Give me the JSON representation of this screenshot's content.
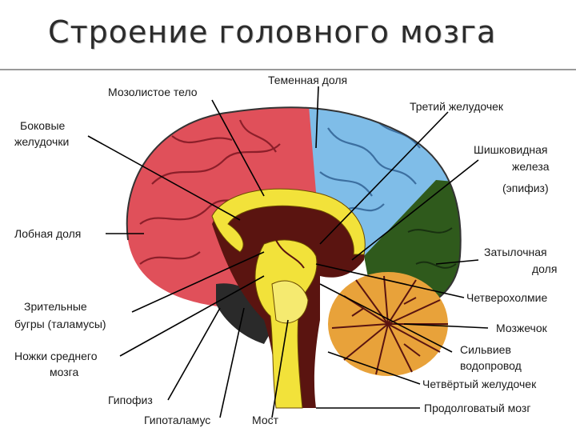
{
  "title": "Строение головного мозга",
  "labels": {
    "corpus_callosum": "Мозолистое тело",
    "parietal_lobe": "Теменная доля",
    "third_ventricle": "Третий желудочек",
    "lateral_ventricles_1": "Боковые",
    "lateral_ventricles_2": "желудочки",
    "pineal_1": "Шишковидная",
    "pineal_2": "железа",
    "pineal_3": "(эпифиз)",
    "frontal_lobe": "Лобная доля",
    "occipital_1": "Затылочная",
    "occipital_2": "доля",
    "quadrigemina": "Четверохолмие",
    "thalamus_1": "Зрительные",
    "thalamus_2": "бугры (таламусы)",
    "cerebellum": "Мозжечок",
    "midbrain_1": "Ножки среднего",
    "midbrain_2": "мозга",
    "aqueduct_1": "Сильвиев",
    "aqueduct_2": "водопровод",
    "fourth_ventricle": "Четвёртый желудочек",
    "pituitary": "Гипофиз",
    "hypothalamus": "Гипоталамус",
    "pons": "Мост",
    "medulla": "Продолговатый мозг"
  },
  "colors": {
    "frontal": "#e0505a",
    "parietal": "#7fbde8",
    "occipital": "#2f5a1c",
    "inner": "#5a1410",
    "yellow": "#f2e23a",
    "cerebellum": "#e8a23a",
    "dark_base": "#2a2a2a"
  }
}
